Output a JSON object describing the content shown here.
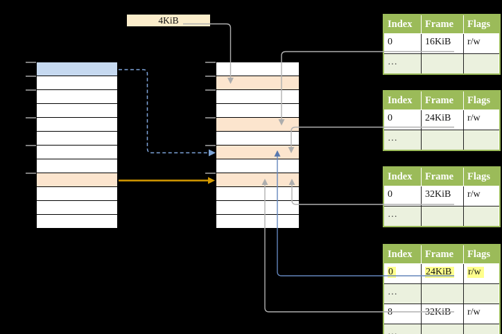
{
  "page_size_box": {
    "label": "4KiB"
  },
  "colors": {
    "background": "#000000",
    "row_white": "#ffffff",
    "row_blue": "#c6d9f0",
    "row_orange": "#fce5ce",
    "box_fill": "#fbedcb",
    "table_header_green": "#9bbb59",
    "table_row_green": "#ebf1de",
    "table_border_green": "#9bbb59",
    "highlight_yellow": "#ffff8c",
    "line_gray": "#b0b0b0",
    "tick_gray": "#7f7f7f",
    "arrow_orange": "#d69b00",
    "arrow_blue": "#6385bc",
    "arrow_blue_dashed": "#7fa5dc"
  },
  "stacks": {
    "left": {
      "rows": 12,
      "row_colors": {
        "0": "blue",
        "8": "orange"
      },
      "ticks": [
        0,
        1,
        2,
        4,
        6,
        8
      ]
    },
    "middle": {
      "rows": 12,
      "row_colors": {
        "1": "orange",
        "4": "orange",
        "6": "orange",
        "8": "orange"
      },
      "ticks": [
        0,
        1,
        2,
        4,
        6,
        8
      ]
    }
  },
  "frame_tables": [
    {
      "header": [
        "Index",
        "Frame",
        "Flags"
      ],
      "rows": [
        {
          "cells": [
            "0",
            "16KiB",
            "r/w"
          ],
          "tone": "white",
          "highlight": false
        },
        {
          "cells": [
            "…",
            "",
            ""
          ],
          "tone": "green",
          "highlight": false
        }
      ]
    },
    {
      "header": [
        "Index",
        "Frame",
        "Flags"
      ],
      "rows": [
        {
          "cells": [
            "0",
            "24KiB",
            "r/w"
          ],
          "tone": "white",
          "highlight": false
        },
        {
          "cells": [
            "…",
            "",
            ""
          ],
          "tone": "green",
          "highlight": false
        }
      ]
    },
    {
      "header": [
        "Index",
        "Frame",
        "Flags"
      ],
      "rows": [
        {
          "cells": [
            "0",
            "32KiB",
            "r/w"
          ],
          "tone": "white",
          "highlight": false
        },
        {
          "cells": [
            "…",
            "",
            ""
          ],
          "tone": "green",
          "highlight": false
        }
      ]
    },
    {
      "header": [
        "Index",
        "Frame",
        "Flags"
      ],
      "rows": [
        {
          "cells": [
            "0",
            "24KiB",
            "r/w"
          ],
          "tone": "white",
          "highlight": true
        },
        {
          "cells": [
            "…",
            "",
            ""
          ],
          "tone": "green",
          "highlight": false
        },
        {
          "cells": [
            "8",
            "32KiB",
            "r/w"
          ],
          "tone": "white",
          "highlight": false
        },
        {
          "cells": [
            "…",
            "",
            ""
          ],
          "tone": "green",
          "highlight": false
        }
      ]
    }
  ],
  "arrows": [
    {
      "name": "arrow-page-size-to-middle-row1",
      "style": "solid",
      "color_key": "line_gray"
    },
    {
      "name": "arrow-left-row0-to-middle-row6",
      "style": "dashed",
      "color_key": "arrow_blue_dashed"
    },
    {
      "name": "arrow-left-row8-to-middle-row8",
      "style": "solid",
      "color_key": "arrow_orange"
    },
    {
      "name": "arrow-table1-16kib-to-middle-row4",
      "style": "solid",
      "color_key": "line_gray"
    },
    {
      "name": "arrow-table2-24kib-to-middle-row6",
      "style": "solid",
      "color_key": "line_gray"
    },
    {
      "name": "arrow-table3-32kib-to-middle-row8",
      "style": "solid",
      "color_key": "line_gray"
    },
    {
      "name": "arrow-table4-24kib-to-middle-row6",
      "style": "solid",
      "color_key": "arrow_blue"
    },
    {
      "name": "arrow-table4-32kib-to-middle-row8",
      "style": "solid",
      "color_key": "line_gray"
    }
  ]
}
